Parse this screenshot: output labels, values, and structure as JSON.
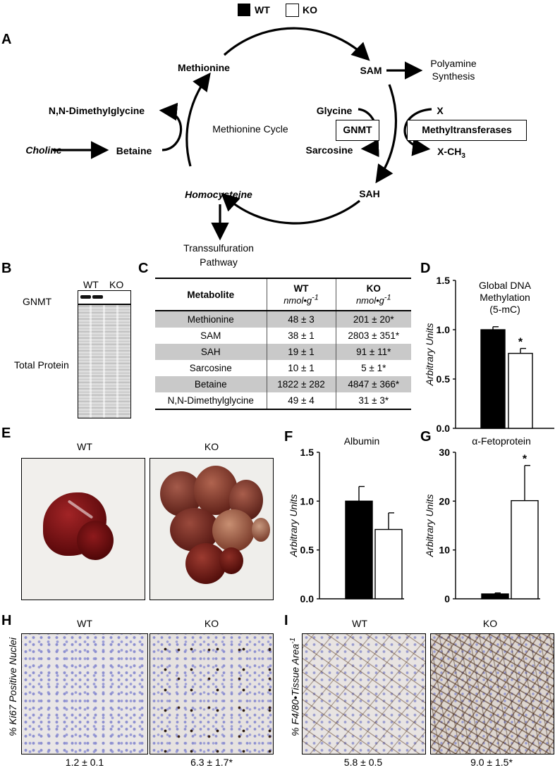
{
  "legend": {
    "wt": "WT",
    "ko": "KO"
  },
  "panels": {
    "a": "A",
    "b": "B",
    "c": "C",
    "d": "D",
    "e": "E",
    "f": "F",
    "g": "G",
    "h": "H",
    "i": "I"
  },
  "cycle": {
    "methionine": "Methionine",
    "sam": "SAM",
    "polyamine1": "Polyamine",
    "polyamine2": "Synthesis",
    "dmg": "N,N-Dimethylglycine",
    "cycle_label": "Methionine Cycle",
    "glycine": "Glycine",
    "x": "X",
    "gnmt": "GNMT",
    "methyltransferases": "Methyltransferases",
    "choline": "Choline",
    "betaine": "Betaine",
    "sarcosine": "Sarcosine",
    "xch3": "X-CH",
    "xch3_sub": "3",
    "homocysteine": "Homocysteine",
    "sah": "SAH",
    "trans1": "Transsulfuration",
    "trans2": "Pathway"
  },
  "blot": {
    "wt": "WT",
    "ko": "KO",
    "gnmt": "GNMT",
    "total": "Total Protein"
  },
  "table": {
    "head_metabolite": "Metabolite",
    "head_wt": "WT",
    "head_ko": "KO",
    "unit": "nmol•g",
    "unit_sup": "-1",
    "rows": [
      {
        "name": "Methionine",
        "wt": "48 ± 3",
        "ko": "201 ± 20*"
      },
      {
        "name": "SAM",
        "wt": "38 ± 1",
        "ko": "2803 ± 351*"
      },
      {
        "name": "SAH",
        "wt": "19 ± 1",
        "ko": "91 ± 11*"
      },
      {
        "name": "Sarcosine",
        "wt": "10 ± 1",
        "ko": "5 ± 1*"
      },
      {
        "name": "Betaine",
        "wt": "1822 ± 282",
        "ko": "4847 ± 366*"
      },
      {
        "name": "N,N-Dimethylglycine",
        "wt": "49 ± 4",
        "ko": "31 ± 3*"
      }
    ]
  },
  "chart_data": [
    {
      "type": "bar",
      "panel": "D",
      "title": "Global DNA Methylation (5-mC)",
      "title_lines": [
        "Global DNA",
        "Methylation",
        "(5-mC)"
      ],
      "ylabel": "Arbitrary Units",
      "ylim": [
        0,
        1.5
      ],
      "ticks": [
        "0.0",
        "0.5",
        "1.0",
        "1.5"
      ],
      "categories": [
        "WT",
        "KO"
      ],
      "values": [
        1.0,
        0.76
      ],
      "errors": [
        0.03,
        0.05
      ],
      "significance": [
        "",
        "*"
      ],
      "colors": [
        "#000000",
        "#ffffff"
      ]
    },
    {
      "type": "bar",
      "panel": "F",
      "title": "Albumin",
      "title_lines": [
        "Albumin"
      ],
      "ylabel": "Arbitrary Units",
      "ylim": [
        0,
        1.5
      ],
      "ticks": [
        "0.0",
        "0.5",
        "1.0",
        "1.5"
      ],
      "categories": [
        "WT",
        "KO"
      ],
      "values": [
        1.0,
        0.71
      ],
      "errors": [
        0.15,
        0.17
      ],
      "significance": [
        "",
        ""
      ],
      "colors": [
        "#000000",
        "#ffffff"
      ]
    },
    {
      "type": "bar",
      "panel": "G",
      "title": "α-Fetoprotein",
      "title_lines": [
        "α-Fetoprotein"
      ],
      "ylabel": "Arbitrary Units",
      "ylim": [
        0,
        30
      ],
      "ticks": [
        "0",
        "10",
        "20",
        "30"
      ],
      "categories": [
        "WT",
        "KO"
      ],
      "values": [
        1.0,
        20.1
      ],
      "errors": [
        0.2,
        7.2
      ],
      "significance": [
        "",
        "*"
      ],
      "colors": [
        "#000000",
        "#ffffff"
      ]
    }
  ],
  "photos": {
    "wt": "WT",
    "ko": "KO"
  },
  "ki67": {
    "ylabel": "% Ki67 Positive Nuclei",
    "wt": "WT",
    "ko": "KO",
    "wt_val": "1.2 ± 0.1",
    "ko_val": "6.3 ± 1.7*"
  },
  "f480": {
    "ylabel": "% F4/80•Tissue Area",
    "ylabel_sup": "-1",
    "wt": "WT",
    "ko": "KO",
    "wt_val": "5.8 ± 0.5",
    "ko_val": "9.0 ± 1.5*"
  }
}
